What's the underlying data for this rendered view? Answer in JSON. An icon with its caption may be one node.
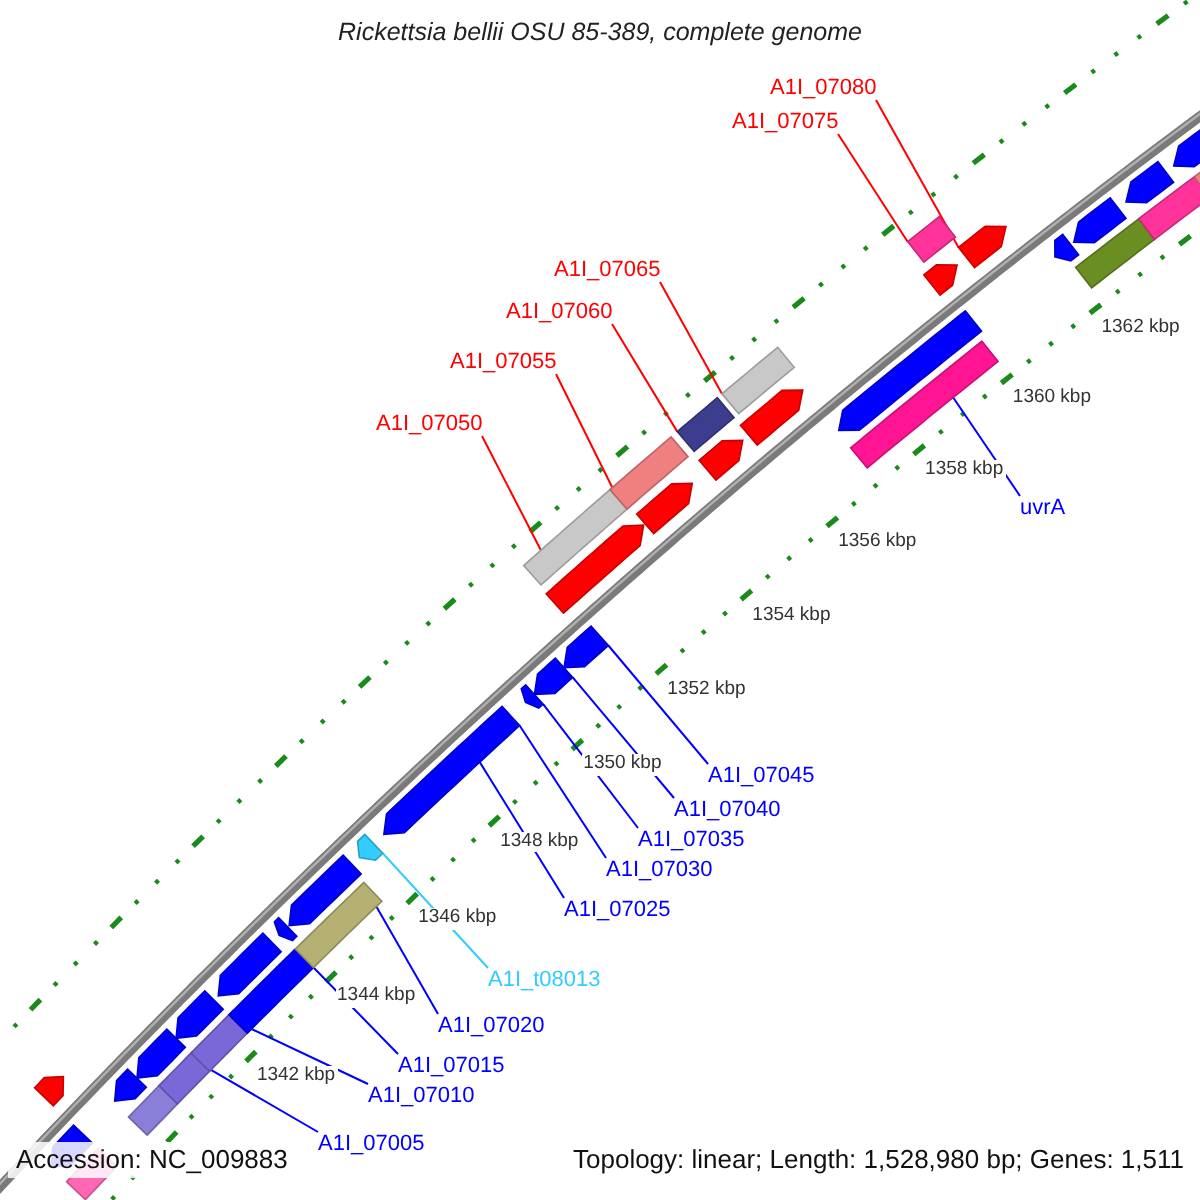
{
  "diagram": {
    "title": "Rickettsia bellii OSU 85-389, complete genome",
    "nodes": [
      {
        "text": [
          "A1I_07080"
        ]
      },
      {
        "text": [
          "A1I_07075"
        ]
      },
      {
        "text": [
          "A1I_07065"
        ]
      },
      {
        "text": [
          "A1I_07060"
        ]
      },
      {
        "text": [
          "A1I_07055"
        ]
      },
      {
        "text": [
          "A1I_07050"
        ]
      },
      {
        "text": [
          "uvrA"
        ]
      },
      {
        "text": [
          "A1I_07045"
        ]
      },
      {
        "text": [
          "A1I_07040"
        ]
      },
      {
        "text": [
          "A1I_07035"
        ]
      },
      {
        "text": [
          "A1I_07030"
        ]
      },
      {
        "text": [
          "A1I_07025"
        ]
      },
      {
        "text": [
          "A1I_t08013"
        ]
      },
      {
        "text": [
          "A1I_07020"
        ]
      },
      {
        "text": [
          "A1I_07015"
        ]
      },
      {
        "text": [
          "A1I_07010"
        ]
      },
      {
        "text": [
          "A1I_07005"
        ]
      },
      {
        "text": [],
        "shape": "bar"
      },
      {
        "text": [],
        "shape": "bar"
      },
      {
        "text": [],
        "shape": "bar"
      },
      {
        "text": [],
        "shape": "bar"
      },
      {
        "text": [],
        "shape": "bar"
      },
      {
        "text": [],
        "shape": "bar"
      },
      {
        "text": [],
        "shape": "bar"
      },
      {
        "text": [],
        "shape": "bar"
      },
      {
        "text": [],
        "shape": "bar"
      },
      {
        "text": [],
        "shape": "bar"
      },
      {
        "text": [],
        "shape": "bar"
      },
      {
        "text": [],
        "shape": "bar"
      },
      {
        "text": [],
        "shape": "bar"
      },
      {
        "text": [],
        "shape": "bar"
      },
      {
        "text": [],
        "shape": "bar"
      },
      {
        "text": [],
        "shape": "bar"
      },
      {
        "text": [],
        "shape": "bar"
      },
      {
        "text": [],
        "shape": "bar"
      },
      {
        "text": [],
        "shape": "bar"
      },
      {
        "text": [],
        "shape": "bar"
      },
      {
        "text": [],
        "shape": "bar"
      },
      {
        "text": [],
        "shape": "bar"
      },
      {
        "text": [],
        "shape": "bar"
      },
      {
        "text": [],
        "shape": "bar"
      },
      {
        "text": [],
        "shape": "bar"
      },
      {
        "text": [],
        "shape": "bar"
      },
      {
        "text": [],
        "shape": "bar"
      },
      {
        "text": [],
        "shape": "bar"
      },
      {
        "text": [],
        "shape": "bar"
      },
      {
        "text": [],
        "shape": "bar"
      },
      {
        "text": [],
        "shape": "bar"
      },
      {
        "text": [],
        "shape": "bar"
      },
      {
        "text": [],
        "shape": "bar"
      },
      {
        "text": [],
        "shape": "bar"
      },
      {
        "text": [],
        "shape": "bar"
      },
      {
        "text": [],
        "shape": "bar"
      },
      {
        "text": [],
        "shape": "bar"
      },
      {
        "text": [],
        "shape": "bar"
      },
      {
        "text": [],
        "shape": "bar"
      }
    ],
    "edges": [
      {
        "from": 0,
        "to": 48,
        "arrow": "none",
        "color": "#ff0000"
      },
      {
        "from": 1,
        "to": 46,
        "arrow": "none",
        "color": "#ff0000"
      },
      {
        "from": 2,
        "to": 42,
        "arrow": "none",
        "color": "#ff0000"
      },
      {
        "from": 3,
        "to": 40,
        "arrow": "none",
        "color": "#ff0000"
      },
      {
        "from": 4,
        "to": 38,
        "arrow": "none",
        "color": "#ff0000"
      },
      {
        "from": 5,
        "to": 35,
        "arrow": "none",
        "color": "#ff0000"
      },
      {
        "from": 6,
        "to": 45,
        "arrow": "none"
      },
      {
        "from": 7,
        "to": 36,
        "arrow": "none"
      },
      {
        "from": 8,
        "to": 34,
        "arrow": "none"
      },
      {
        "from": 9,
        "to": 33,
        "arrow": "none"
      },
      {
        "from": 10,
        "to": 32,
        "arrow": "none"
      },
      {
        "from": 11,
        "to": 32,
        "arrow": "none"
      },
      {
        "from": 12,
        "to": 31,
        "arrow": "none",
        "color": "#33ccff"
      },
      {
        "from": 13,
        "to": 30,
        "arrow": "none"
      },
      {
        "from": 14,
        "to": 27,
        "arrow": "none"
      },
      {
        "from": 15,
        "to": 25,
        "arrow": "none"
      },
      {
        "from": 16,
        "to": 23,
        "arrow": "none"
      }
    ],
    "labels": [
      "1342 kbp",
      "1344 kbp",
      "1346 kbp",
      "1348 kbp",
      "1350 kbp",
      "1352 kbp",
      "1354 kbp",
      "1356 kbp",
      "1358 kbp",
      "1360 kbp",
      "1362 kbp",
      "Accession: NC_009883",
      "Topology: linear; Length: 1,528,980 bp; Genes: 1,511"
    ]
  }
}
